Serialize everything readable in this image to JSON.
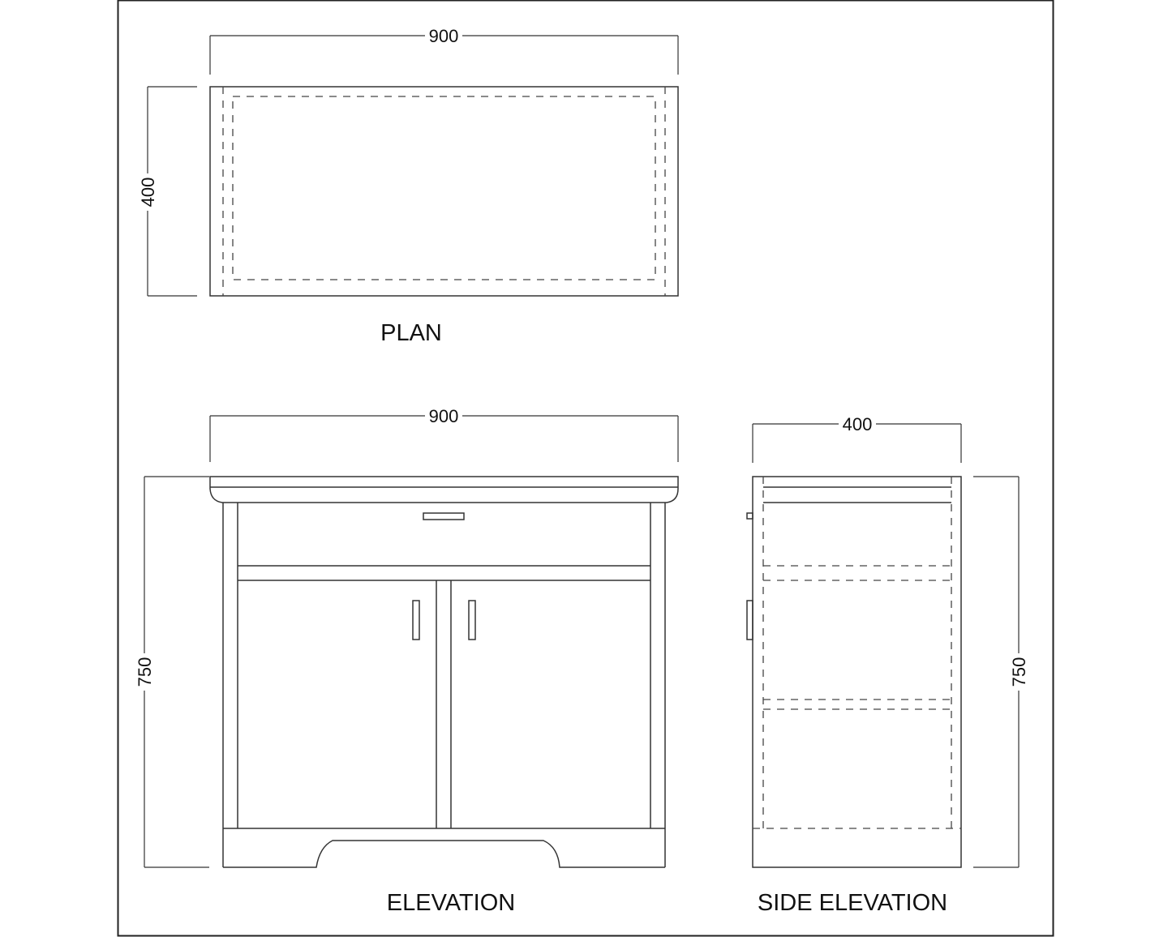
{
  "sheet": {
    "border_color": "#222222",
    "background": "#ffffff"
  },
  "plan": {
    "title": "PLAN",
    "width_dim": "900",
    "depth_dim": "400"
  },
  "elevation": {
    "title": "ELEVATION",
    "width_dim": "900",
    "height_dim": "750"
  },
  "side_elevation": {
    "title": "SIDE ELEVATION",
    "width_dim": "400",
    "height_dim": "750"
  }
}
